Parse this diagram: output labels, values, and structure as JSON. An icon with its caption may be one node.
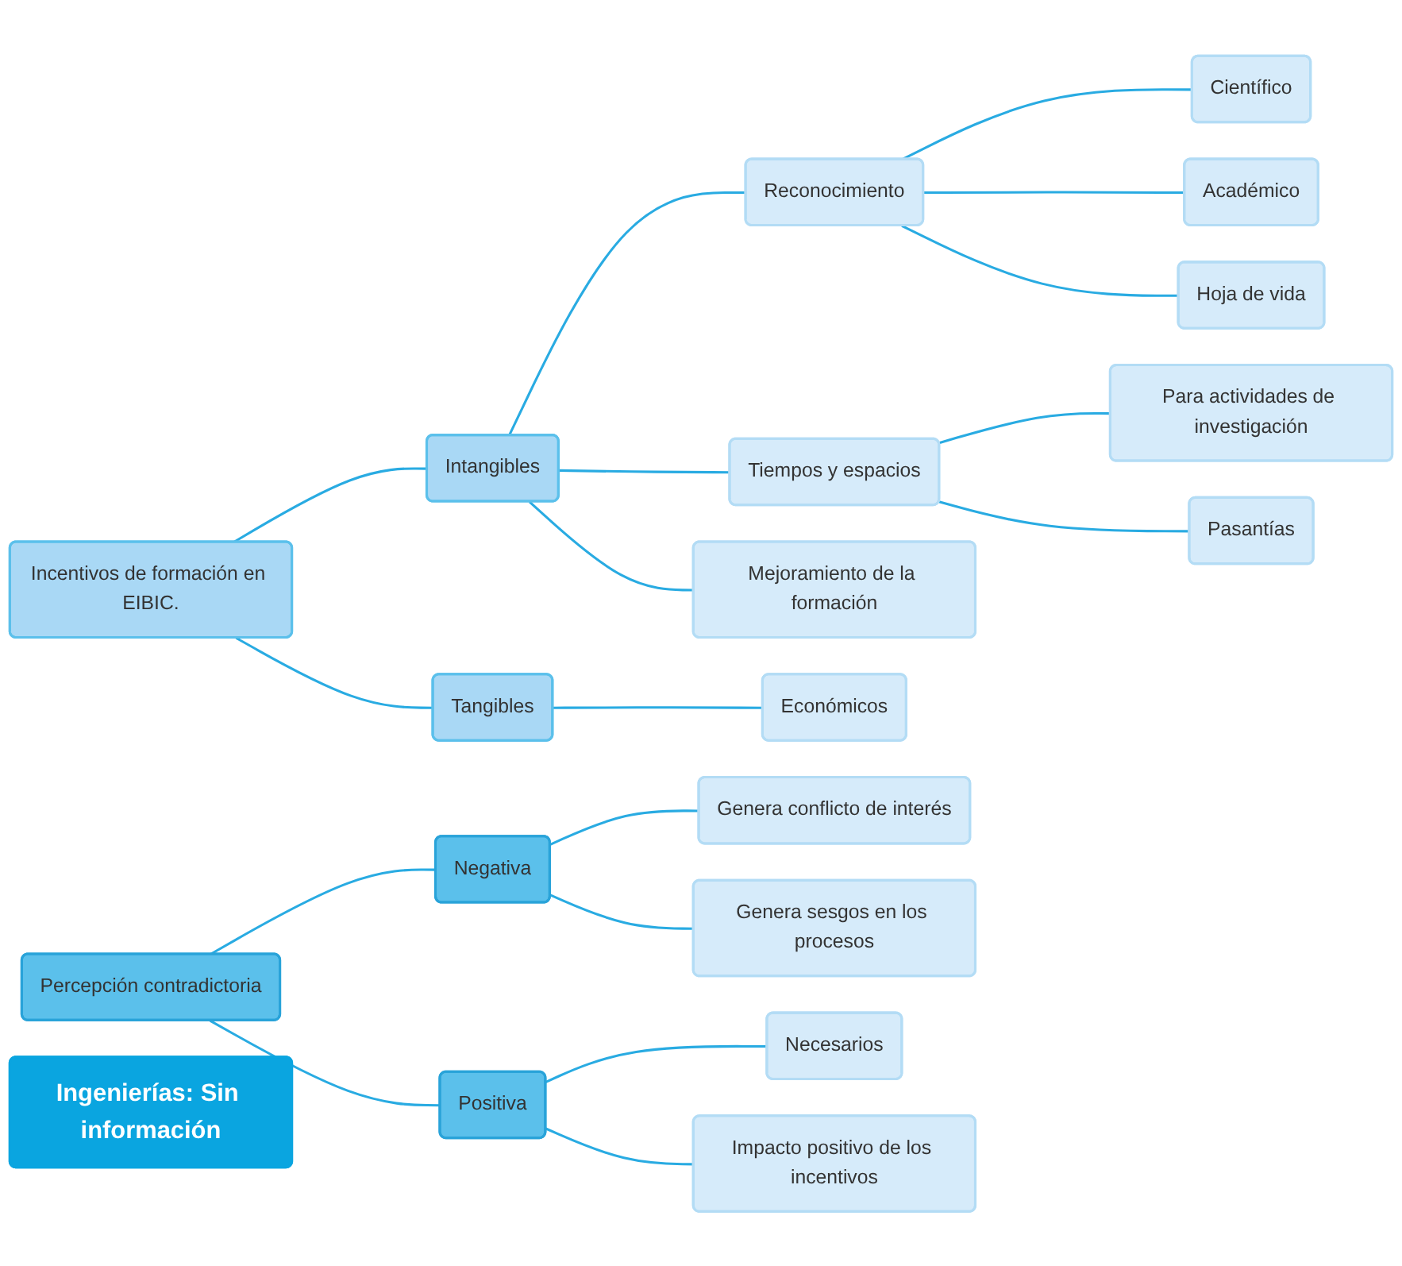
{
  "diagram": {
    "nodes": [
      {
        "text": [
          "Ingenierías: Sin información"
        ]
      },
      {
        "text": [
          "Incentivos de formación en EIBIC."
        ]
      },
      {
        "text": [
          "Intangibles"
        ]
      },
      {
        "text": [
          "Reconocimiento"
        ]
      },
      {
        "text": [
          "Científico"
        ]
      },
      {
        "text": [
          "Académico"
        ]
      },
      {
        "text": [
          "Hoja de vida"
        ]
      },
      {
        "text": [
          "Tiempos y espacios"
        ]
      },
      {
        "text": [
          "Para actividades de investigación"
        ]
      },
      {
        "text": [
          "Pasantías"
        ]
      },
      {
        "text": [
          "Mejoramiento de la formación"
        ]
      },
      {
        "text": [
          "Tangibles"
        ]
      },
      {
        "text": [
          "Económicos"
        ]
      },
      {
        "text": [
          "Percepción contradictoria"
        ]
      },
      {
        "text": [
          "Negativa"
        ]
      },
      {
        "text": [
          "Genera conflicto de interés"
        ]
      },
      {
        "text": [
          "Genera sesgos en los procesos"
        ]
      },
      {
        "text": [
          "Positiva"
        ]
      },
      {
        "text": [
          "Necesarios"
        ]
      },
      {
        "text": [
          "Impacto positivo de los incentivos"
        ]
      }
    ],
    "edges": [
      {
        "from": 1,
        "to": 2,
        "arrow": "none"
      },
      {
        "from": 2,
        "to": 3,
        "arrow": "none"
      },
      {
        "from": 3,
        "to": 4,
        "arrow": "none"
      },
      {
        "from": 3,
        "to": 5,
        "arrow": "none"
      },
      {
        "from": 3,
        "to": 6,
        "arrow": "none"
      },
      {
        "from": 2,
        "to": 7,
        "arrow": "none"
      },
      {
        "from": 7,
        "to": 8,
        "arrow": "none"
      },
      {
        "from": 7,
        "to": 9,
        "arrow": "none"
      },
      {
        "from": 2,
        "to": 10,
        "arrow": "none"
      },
      {
        "from": 1,
        "to": 11,
        "arrow": "none"
      },
      {
        "from": 11,
        "to": 12,
        "arrow": "none"
      },
      {
        "from": 13,
        "to": 14,
        "arrow": "none"
      },
      {
        "from": 14,
        "to": 15,
        "arrow": "none"
      },
      {
        "from": 14,
        "to": 16,
        "arrow": "none"
      },
      {
        "from": 13,
        "to": 17,
        "arrow": "none"
      },
      {
        "from": 17,
        "to": 18,
        "arrow": "none"
      },
      {
        "from": 17,
        "to": 19,
        "arrow": "none"
      }
    ]
  }
}
